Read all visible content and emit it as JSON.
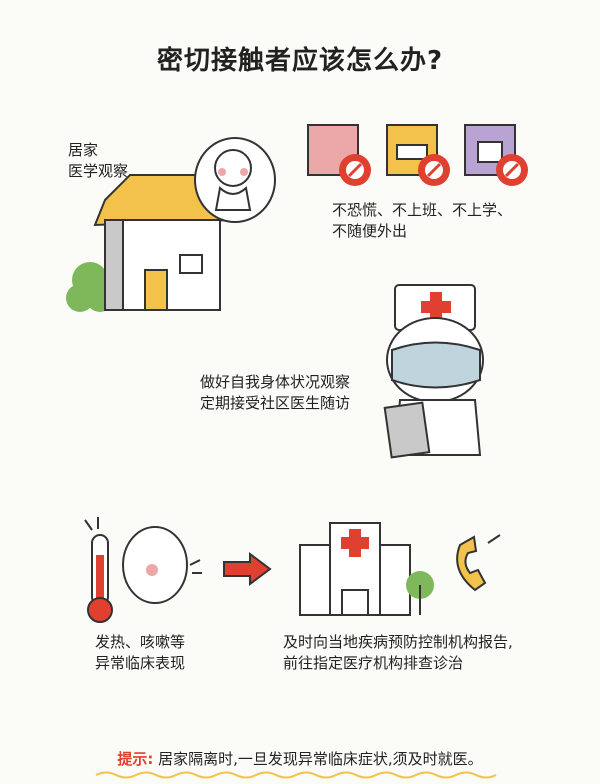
{
  "title": "密切接触者应该怎么办?",
  "sections": {
    "home": {
      "label_line1": "居家",
      "label_line2": "医学观察"
    },
    "no_go": {
      "line1": "不恐慌、不上班、不上学、",
      "line2": "不随便外出"
    },
    "doctor": {
      "line1": "做好自我身体状况观察",
      "line2": "定期接受社区医生随访"
    },
    "symptoms": {
      "line1": "发热、咳嗽等",
      "line2": "异常临床表现"
    },
    "report": {
      "line1": "及时向当地疾病预防控制机构报告,",
      "line2": "前往指定医疗机构排查诊治"
    }
  },
  "tip": {
    "label": "提示:",
    "text": "居家隔离时,一旦发现异常临床症状,须及时就医。"
  },
  "colors": {
    "red": "#e0402f",
    "yellow": "#f3c24a",
    "pink": "#eca8a8",
    "purple": "#b9a3d3",
    "green": "#7fb85a",
    "mask": "#bfd4dc"
  }
}
